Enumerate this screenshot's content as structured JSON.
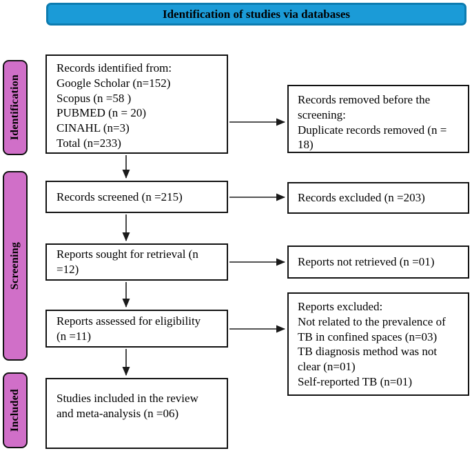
{
  "header": {
    "title": "Identification of studies via databases"
  },
  "sidebar": {
    "stages": [
      {
        "label": "Identification"
      },
      {
        "label": "Screening"
      },
      {
        "label": "Included"
      }
    ]
  },
  "boxes": {
    "records_identified": {
      "text": "Records identified from:\nGoogle Scholar (n=152)\nScopus (n =58 )\nPUBMED (n = 20)\nCINAHL (n=3)\nTotal (n=233)"
    },
    "records_removed": {
      "text": "Records removed before the screening:\nDuplicate records removed (n = 18)"
    },
    "records_screened": {
      "text": "Records screened (n =215)"
    },
    "records_excluded": {
      "text": "Records excluded (n =203)"
    },
    "reports_sought": {
      "text": "Reports sought for retrieval (n =12)"
    },
    "reports_not_retrieved": {
      "text": "Reports not retrieved (n =01)"
    },
    "reports_assessed": {
      "text": "Reports assessed for eligibility (n =11)"
    },
    "reports_excluded": {
      "text": "Reports excluded:\nNot related to the prevalence of TB in confined spaces (n=03)\nTB diagnosis method was not clear (n=01)\nSelf-reported TB (n=01)"
    },
    "studies_included": {
      "text": "Studies included in the review and meta-analysis (n =06)"
    }
  },
  "colors": {
    "header_fill": "#1b9bd7",
    "header_border": "#0d7cb0",
    "stage_fill": "#d06fc8",
    "box_border": "#111111",
    "arrow": "#1a1a1a"
  }
}
